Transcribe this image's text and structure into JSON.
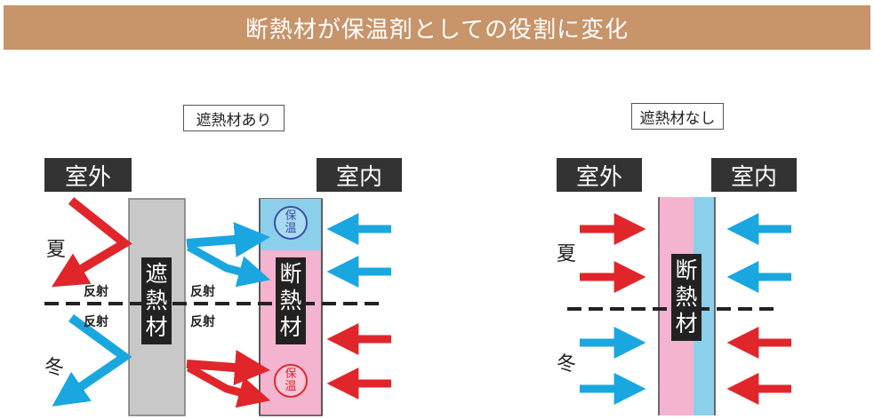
{
  "title": "断熱材が保温剤としての役割に変化",
  "left_panel": {
    "caption": "遮熱材あり",
    "outside": "室外",
    "inside": "室内",
    "summer": "夏",
    "winter": "冬",
    "reflect": "反射",
    "reflect_chars": [
      "遮",
      "熱",
      "材"
    ],
    "insulation_chars": [
      "断",
      "熱",
      "材"
    ],
    "keep_warm_chars": [
      "保",
      "温"
    ]
  },
  "right_panel": {
    "caption": "遮熱材なし",
    "outside": "室外",
    "inside": "室内",
    "summer": "夏",
    "winter": "冬",
    "insulation_chars": [
      "断",
      "熱",
      "材"
    ]
  },
  "colors": {
    "title_bg": "#c8946a",
    "red": "#e0262b",
    "blue": "#1aa7e0",
    "gray": "#c8c8c8",
    "pink": "#f4b3cf",
    "lightblue": "#8ccfeb",
    "dark": "#333333"
  }
}
